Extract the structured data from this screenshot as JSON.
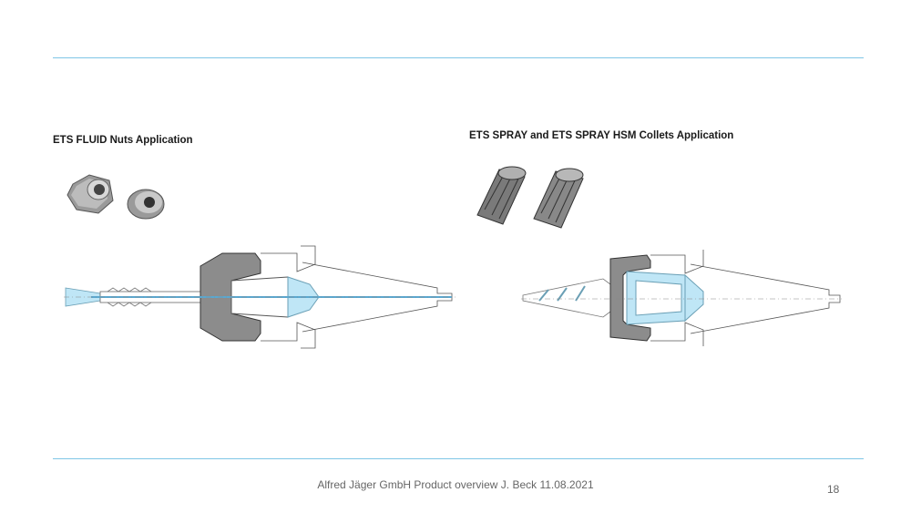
{
  "left_panel": {
    "heading": "ETS FLUID Nuts Application"
  },
  "right_panel": {
    "heading": "ETS SPRAY and ETS SPRAY HSM Collets Application"
  },
  "footer": {
    "text": "Alfred Jäger GmbH Product overview J. Beck 11.08.2021",
    "page_number": "18"
  },
  "colors": {
    "accent_line": "#7fc6e6",
    "coolant": "#bfe6f6",
    "part_gray": "#808080"
  }
}
